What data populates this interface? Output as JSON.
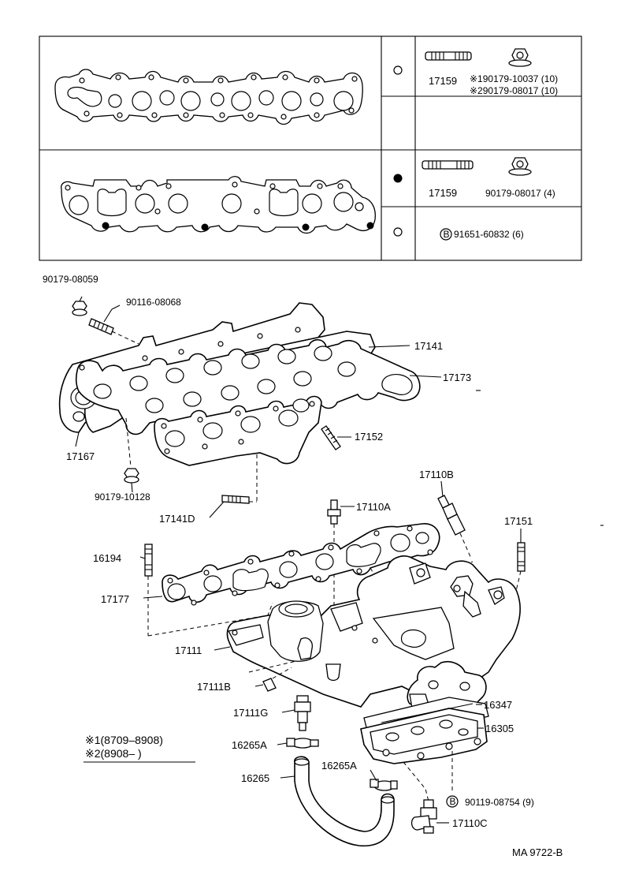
{
  "table": {
    "row1": {
      "marker": "open-circle",
      "stud": "17159",
      "nut_1": "※190179-10037 (10)",
      "nut_2": "※290179-08017 (10)"
    },
    "row3": {
      "marker": "filled-circle",
      "stud": "17159",
      "nut": "90179-08017 (4)"
    },
    "row4": {
      "marker": "open-circle",
      "badge": "B",
      "bolt": "91651-60832 (6)"
    }
  },
  "labels": {
    "nut_top": "90179-08059",
    "stud_top": "90116-08068",
    "manifold_exhaust": "17141",
    "gasket_exhaust": "17173",
    "heat_insulator": "17167",
    "stud_17152": "17152",
    "nut_bottom": "90179-10128",
    "stud_17141d": "17141D",
    "union_17110b": "17110B",
    "union_17110a": "17110A",
    "stud_17151": "17151",
    "stud_16194": "16194",
    "gasket_intake": "17177",
    "manifold_intake": "17111",
    "plug_17111b": "17111B",
    "union_17111g": "17111G",
    "clamp_16265a_1": "16265A",
    "clamp_16265a_2": "16265A",
    "hose_16265": "16265",
    "gasket_16347": "16347",
    "cover_16305": "16305",
    "badge_b": "B",
    "bolt_bottom": "90119-08754 (9)",
    "union_17110c": "17110C"
  },
  "legend": {
    "line1": "※1(8709–8908)",
    "line2": "※2(8908–        )"
  },
  "footer": {
    "code": "MA  9722-B"
  }
}
